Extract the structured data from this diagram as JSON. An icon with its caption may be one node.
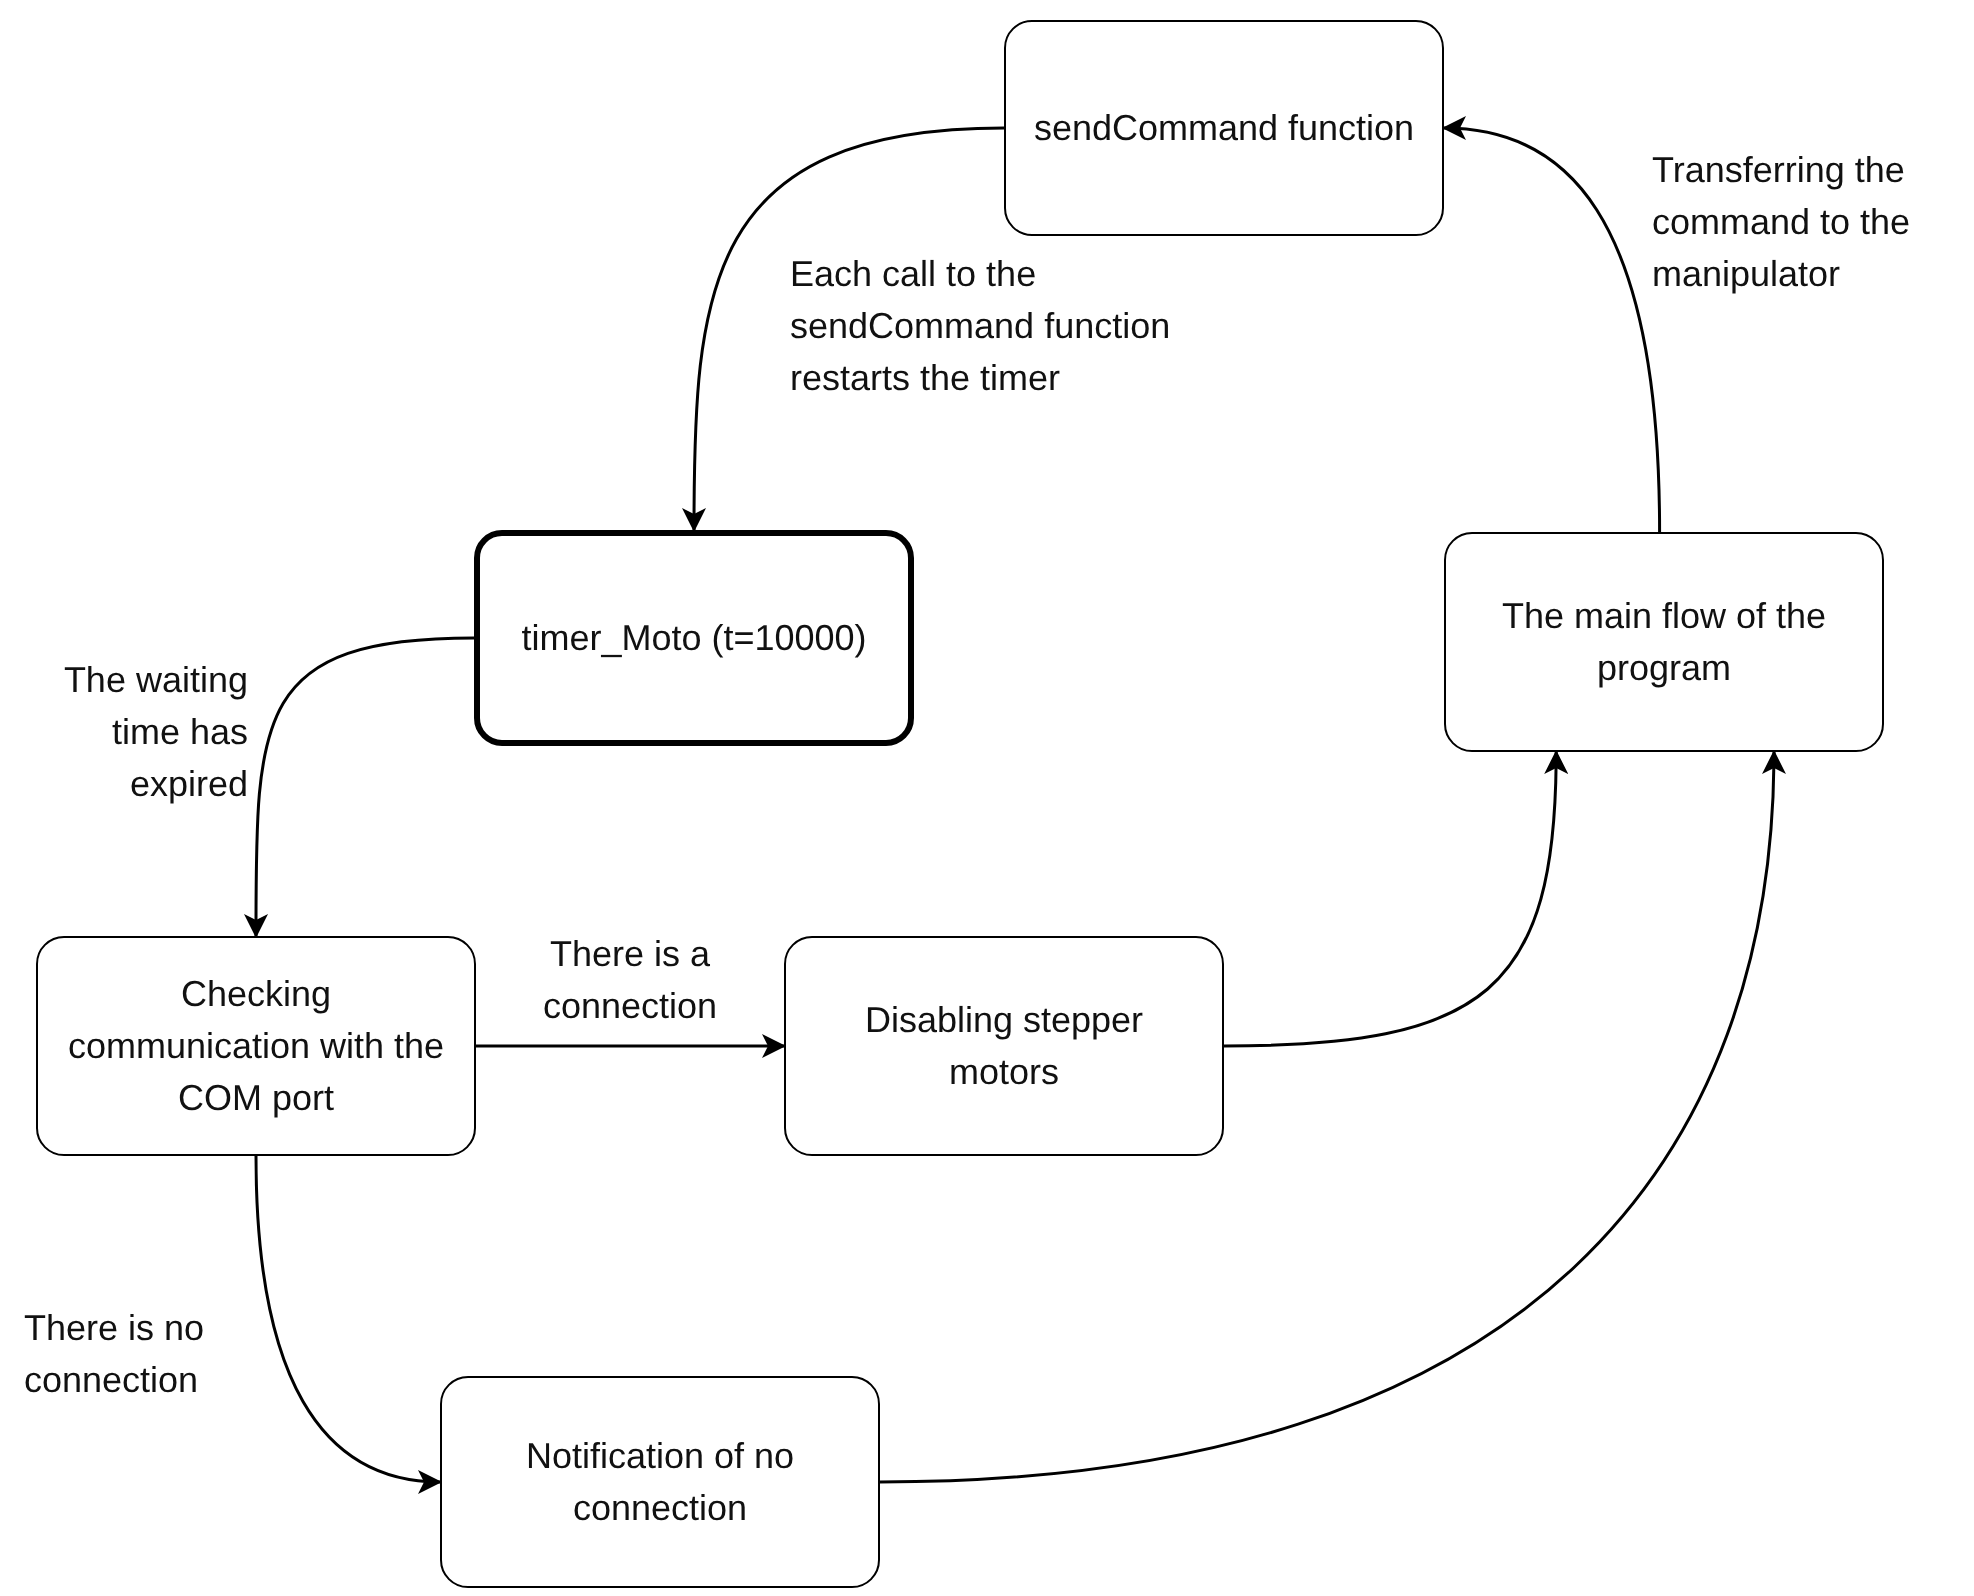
{
  "diagram": {
    "nodes": [
      {
        "text": [
          "sendCommand function"
        ]
      },
      {
        "text": [
          "timer_Moto (t=10000)"
        ]
      },
      {
        "text": [
          "The main flow of the program"
        ]
      },
      {
        "text": [
          "Checking communication with the COM port"
        ]
      },
      {
        "text": [
          "Disabling stepper motors"
        ]
      },
      {
        "text": [
          "Notification of no connection"
        ]
      }
    ],
    "edges": [
      {
        "from": 0,
        "to": 1,
        "arrow": "to",
        "label": "Each call to the sendCommand function restarts the timer"
      },
      {
        "from": 1,
        "to": 3,
        "arrow": "to",
        "label": "The waiting time has expired"
      },
      {
        "from": 3,
        "to": 4,
        "arrow": "to",
        "label": "There is a connection"
      },
      {
        "from": 3,
        "to": 5,
        "arrow": "to",
        "label": "There is no connection"
      },
      {
        "from": 4,
        "to": 2,
        "arrow": "to"
      },
      {
        "from": 5,
        "to": 2,
        "arrow": "to"
      },
      {
        "from": 2,
        "to": 0,
        "arrow": "to",
        "label": "Transferring the command to the manipulator"
      }
    ]
  }
}
